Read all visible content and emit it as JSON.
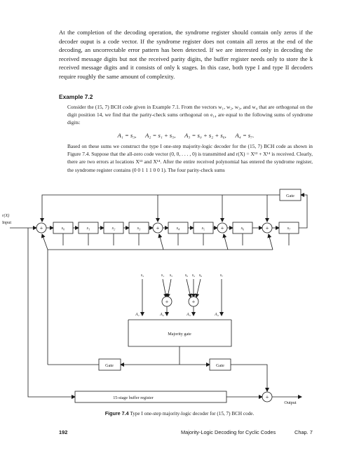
{
  "paragraphs": {
    "p1": "At the completion of the decoding operation, the syndrome register should contain only zeros if the decoder ouput is a code vector. If the syndrome register does not contain all zeros at the end of the decoding, an uncorrectable error pattern has been detected. If we are interested only in decoding the received message digits but not the received parity digits, the buffer register needs only to store the k received message digits and it consists of only k stages. In this case, both type I and type II decoders require roughly the same amount of complexity.",
    "example_heading": "Example 7.2",
    "p2": "Consider the (15, 7) BCH code given in Example 7.1. From the vectors w₁, w₂, w₃, and w₄ that are orthogonal on the digit position 14, we find that the parity-check sums orthogonal on e₁₄ are equal to the following sums of syndrome digits:",
    "equations": "A₁ = s₃,      A₂ = s₁ + s₅,      A₃ = s₀ + s₂ + s₆,      A₄ = s₇.",
    "p3": "Based on these sums we construct the type I one-step majority-logic decoder for the (15, 7) BCH code as shown in Figure 7.4. Suppose that the all-zero code vector (0, 0, . . . , 0) is transmitted and r(X) = X¹³ + X¹⁴ is received. Clearly, there are two errors at locations X¹³ and X¹⁴. After the entire received polynomial has entered the syndrome register, the syndrome register contains (0 0 1 1 1 0 0 1). The four parity-check sums"
  },
  "diagram": {
    "input_label": "r(X)",
    "input_word": "Input",
    "gate_label": "Gate",
    "plus_symbol": "+",
    "register_stages": [
      "s₀",
      "s₁",
      "s₂",
      "s₃",
      "s₄",
      "s₅",
      "s₆",
      "s₇"
    ],
    "tap_labels": [
      "s₃",
      "s₁",
      "s₅",
      "s₀",
      "s₂",
      "s₆",
      "s₇"
    ],
    "sum_labels": [
      "A₁",
      "A₂",
      "A₃",
      "A₄"
    ],
    "majority_gate_label": "Majority gate",
    "buffer_label": "15-stage buffer register",
    "output_label": "Output"
  },
  "caption": {
    "figure_number": "Figure 7.4",
    "text": "Type I one-step majority-logic decoder for (15, 7) BCH code."
  },
  "footer": {
    "page_number": "192",
    "chapter_title": "Majority-Logic Decoding for Cyclic Codes",
    "chapter_label": "Chap. 7"
  }
}
